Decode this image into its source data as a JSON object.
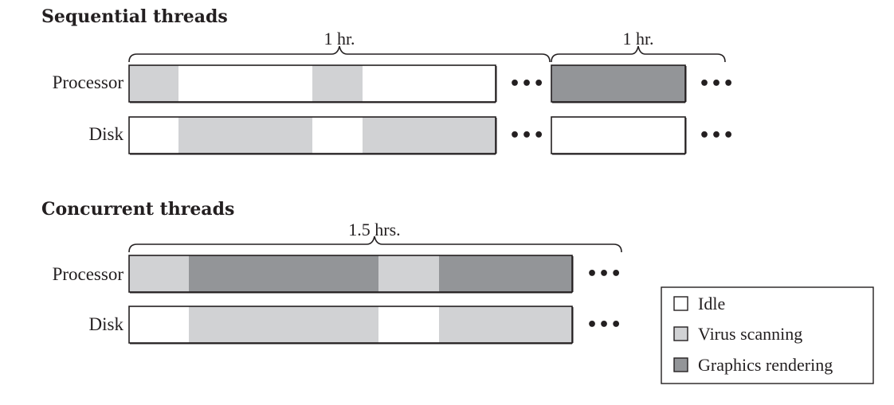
{
  "colors": {
    "idle": "#ffffff",
    "virus": "#d1d2d4",
    "graphics": "#939598",
    "stroke": "#231f20"
  },
  "sequential": {
    "title": "Sequential threads",
    "span_left": "1 hr.",
    "span_right": "1 hr.",
    "rows": [
      {
        "label": "Processor",
        "bar1": [
          "virus",
          "idle",
          "virus",
          "idle"
        ],
        "bar2": [
          "graphics"
        ]
      },
      {
        "label": "Disk",
        "bar1": [
          "idle",
          "virus",
          "idle",
          "virus"
        ],
        "bar2": [
          "idle"
        ]
      }
    ],
    "ellipsis": "•••"
  },
  "concurrent": {
    "title": "Concurrent threads",
    "span": "1.5 hrs.",
    "rows": [
      {
        "label": "Processor",
        "bar": [
          "virus",
          "graphics",
          "virus",
          "graphics"
        ]
      },
      {
        "label": "Disk",
        "bar": [
          "idle",
          "virus",
          "idle",
          "virus"
        ]
      }
    ],
    "ellipsis": "•••"
  },
  "legend": {
    "items": [
      {
        "label": "Idle",
        "key": "idle"
      },
      {
        "label": "Virus scanning",
        "key": "virus"
      },
      {
        "label": "Graphics rendering",
        "key": "graphics"
      }
    ]
  }
}
